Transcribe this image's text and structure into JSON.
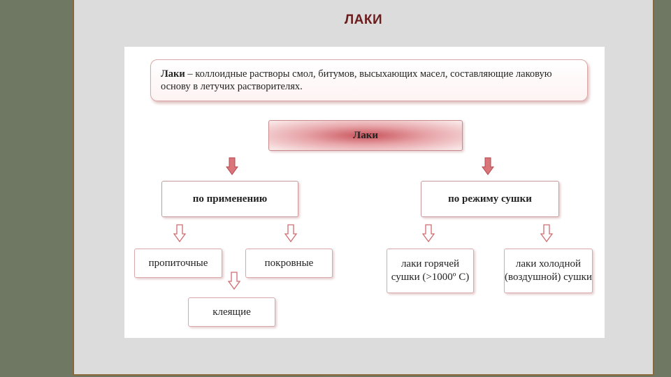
{
  "title": "ЛАКИ",
  "definition": {
    "term": "Лаки",
    "text": " – коллоидные растворы смол, битумов, высыхающих масел, составляющие лаковую основу в летучих растворителях."
  },
  "root": "Лаки",
  "branches": [
    {
      "label": "по применению",
      "children": [
        "пропиточные",
        "покровные",
        "клеящие"
      ]
    },
    {
      "label": "по режиму сушки",
      "children": [
        "лаки горячей сушки (>1000º С)",
        "лаки холодной (воздушной) сушки"
      ]
    }
  ],
  "colors": {
    "accent": "#b5474e",
    "title": "#6b1d1d",
    "arrow": "#d26b70"
  }
}
